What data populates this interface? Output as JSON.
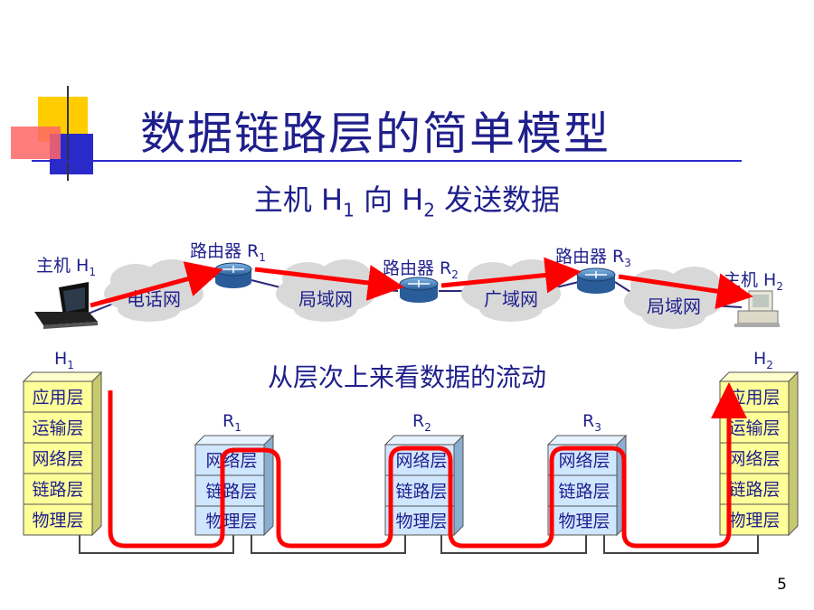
{
  "title": "数据链路层的简单模型",
  "subtitle": {
    "prefix": "主机 H",
    "h1_sub": "1",
    "middle": " 向 H",
    "h2_sub": "2",
    "suffix": " 发送数据"
  },
  "network": {
    "host1": {
      "label": "主机 H",
      "sub": "1"
    },
    "host2": {
      "label": "主机 H",
      "sub": "2"
    },
    "routers": [
      {
        "label": "路由器 R",
        "sub": "1"
      },
      {
        "label": "路由器 R",
        "sub": "2"
      },
      {
        "label": "路由器 R",
        "sub": "3"
      }
    ],
    "clouds": [
      "电话网",
      "局域网",
      "广域网",
      "局域网"
    ]
  },
  "flow_caption": "从层次上来看数据的流动",
  "stacks": {
    "host_layers": [
      "应用层",
      "运输层",
      "网络层",
      "链路层",
      "物理层"
    ],
    "router_layers": [
      "网络层",
      "链路层",
      "物理层"
    ],
    "h1": {
      "label": "H",
      "sub": "1"
    },
    "h2": {
      "label": "H",
      "sub": "2"
    },
    "r1": {
      "label": "R",
      "sub": "1"
    },
    "r2": {
      "label": "R",
      "sub": "2"
    },
    "r3": {
      "label": "R",
      "sub": "3"
    }
  },
  "colors": {
    "title": "#1f1f8c",
    "arrow": "#ff0000",
    "host_stack": "#ffff99",
    "router_stack": "#cfe6ff",
    "cloud": "#d8d8d8"
  },
  "page_number": "5"
}
